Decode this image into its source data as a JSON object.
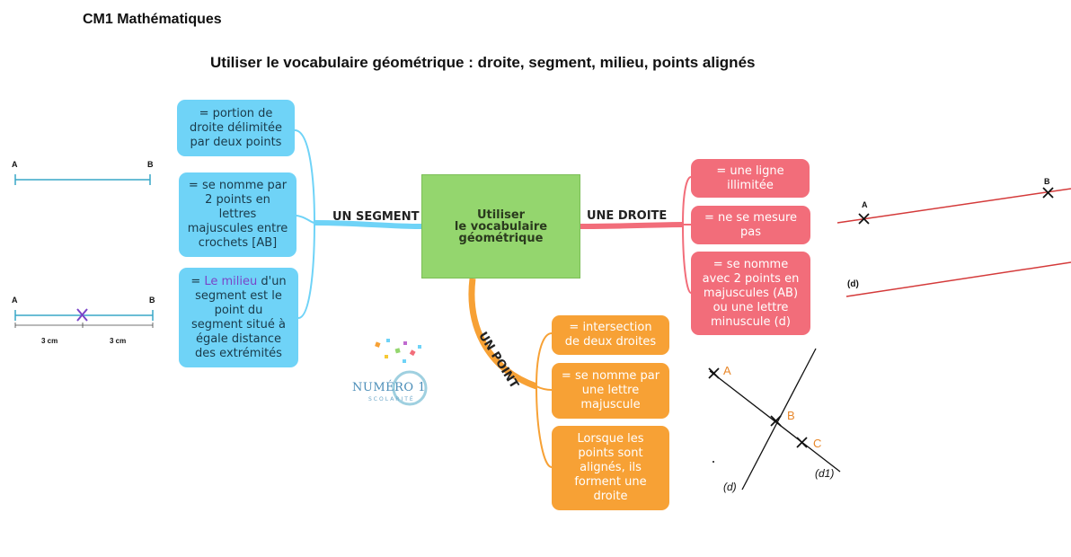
{
  "header": {
    "course": "CM1 Mathématiques",
    "title": "Utiliser le vocabulaire géométrique : droite, segment, milieu, points alignés"
  },
  "center": {
    "line1": "Utiliser",
    "line2": "le vocabulaire",
    "line3": "géométrique"
  },
  "branches": {
    "segment": {
      "label": "UN SEGMENT",
      "items": [
        "= portion de\ndroite délimitée\npar deux points",
        "= se nomme par\n2 points en\nlettres\nmajuscules entre\ncrochets [AB]"
      ],
      "milieu": {
        "prefix": "= ",
        "highlight": "Le milieu",
        "rest": " d'un\nsegment est le\npoint du\nsegment situé à\négale distance\ndes extrémités"
      }
    },
    "droite": {
      "label": "UNE DROITE",
      "items": [
        "= une ligne\nillimitée",
        "= ne se mesure\npas",
        "= se nomme\navec 2 points en\nmajuscules (AB)\nou une lettre\nminuscule (d)"
      ]
    },
    "point": {
      "label": "UN POINT",
      "items": [
        "=  intersection\nde deux droites",
        "= se nomme par\nune lettre\nmajuscule",
        "Lorsque les\npoints sont\nalignés, ils\nforment une\ndroite"
      ]
    }
  },
  "figures": {
    "segment": {
      "a": "A",
      "b": "B"
    },
    "milieu": {
      "a": "A",
      "b": "B",
      "dist1": "3 cm",
      "dist2": "3 cm"
    },
    "droite_ab": {
      "a": "A",
      "b": "B"
    },
    "droite_d": {
      "label": "(d)"
    },
    "intersection": {
      "a": "A",
      "b": "B",
      "c": "C",
      "d": "(d)",
      "d1": "(d1)"
    }
  },
  "logo": {
    "main": "NUMÉRO 1",
    "sub": "SCOLARITÉ"
  },
  "colors": {
    "segment": "#6fd3f7",
    "droite": "#f26d7a",
    "point": "#f7a135",
    "center": "#94d66e",
    "line_red": "#d43a3a",
    "line_blue": "#39a7c7"
  }
}
